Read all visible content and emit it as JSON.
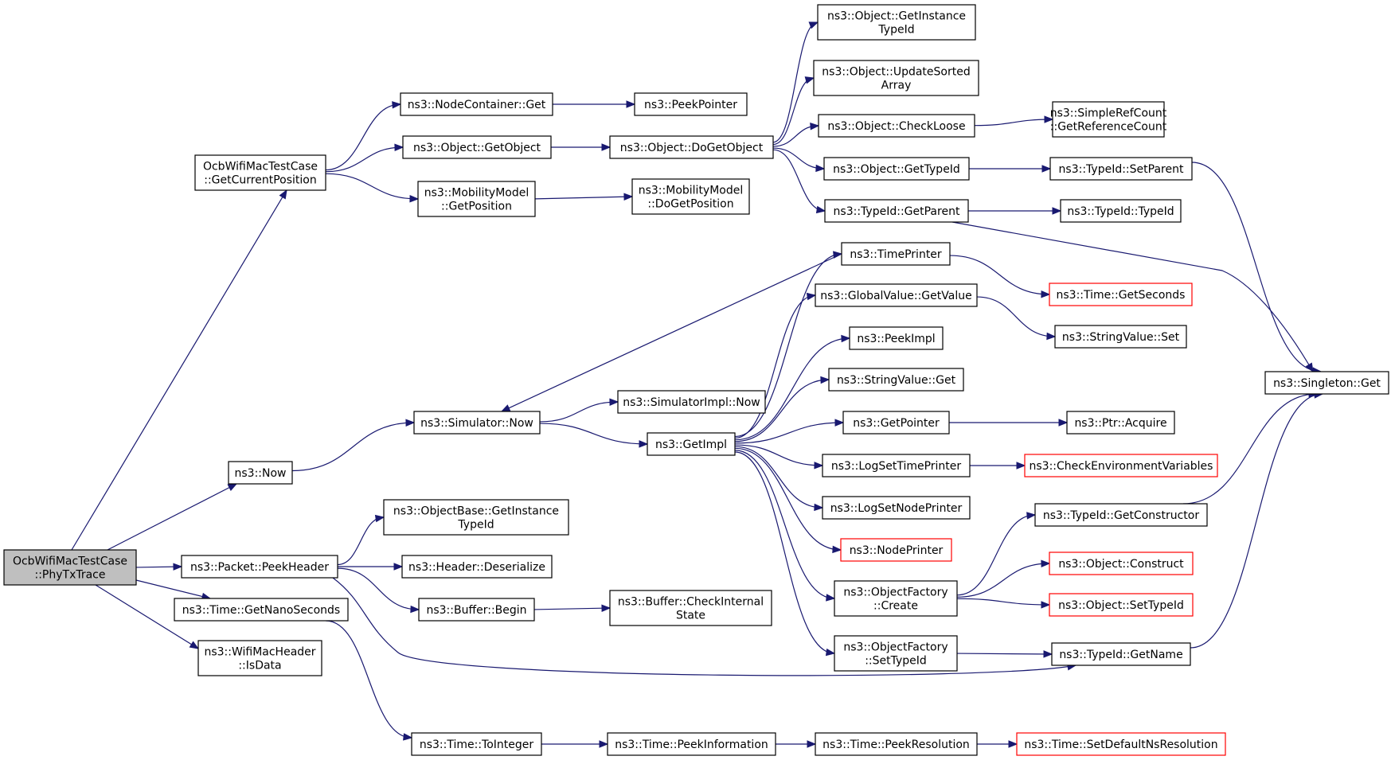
{
  "colors": {
    "edge": "#191970",
    "node_border": "#000000",
    "truncated_border": "#ff0000",
    "root_fill": "#bfbfbf"
  },
  "nodes": [
    {
      "id": "root",
      "lines": [
        "OcbWifiMacTestCase",
        "::PhyTxTrace"
      ],
      "style": "root"
    },
    {
      "id": "getcurpos",
      "lines": [
        "OcbWifiMacTestCase",
        "::GetCurrentPosition"
      ],
      "style": "normal"
    },
    {
      "id": "now",
      "lines": [
        "ns3::Now"
      ],
      "style": "normal"
    },
    {
      "id": "peekheader",
      "lines": [
        "ns3::Packet::PeekHeader"
      ],
      "style": "normal"
    },
    {
      "id": "getnano",
      "lines": [
        "ns3::Time::GetNanoSeconds"
      ],
      "style": "normal"
    },
    {
      "id": "isdata",
      "lines": [
        "ns3::WifiMacHeader",
        "::IsData"
      ],
      "style": "normal"
    },
    {
      "id": "nc_get",
      "lines": [
        "ns3::NodeContainer::Get"
      ],
      "style": "normal"
    },
    {
      "id": "getobject",
      "lines": [
        "ns3::Object::GetObject"
      ],
      "style": "normal"
    },
    {
      "id": "mm_getpos",
      "lines": [
        "ns3::MobilityModel",
        "::GetPosition"
      ],
      "style": "normal"
    },
    {
      "id": "sim_now",
      "lines": [
        "ns3::Simulator::Now"
      ],
      "style": "normal"
    },
    {
      "id": "ob_getinst",
      "lines": [
        "ns3::ObjectBase::GetInstance",
        "TypeId"
      ],
      "style": "normal"
    },
    {
      "id": "hdr_deser",
      "lines": [
        "ns3::Header::Deserialize"
      ],
      "style": "normal"
    },
    {
      "id": "buf_begin",
      "lines": [
        "ns3::Buffer::Begin"
      ],
      "style": "normal"
    },
    {
      "id": "t_tointeger",
      "lines": [
        "ns3::Time::ToInteger"
      ],
      "style": "normal"
    },
    {
      "id": "peekpointer",
      "lines": [
        "ns3::PeekPointer"
      ],
      "style": "normal"
    },
    {
      "id": "dogetobject",
      "lines": [
        "ns3::Object::DoGetObject"
      ],
      "style": "normal"
    },
    {
      "id": "mm_dogetpos",
      "lines": [
        "ns3::MobilityModel",
        "::DoGetPosition"
      ],
      "style": "normal"
    },
    {
      "id": "simimpl_now",
      "lines": [
        "ns3::SimulatorImpl::Now"
      ],
      "style": "normal"
    },
    {
      "id": "getimpl",
      "lines": [
        "ns3::GetImpl"
      ],
      "style": "normal"
    },
    {
      "id": "buf_checkint",
      "lines": [
        "ns3::Buffer::CheckInternal",
        "State"
      ],
      "style": "normal"
    },
    {
      "id": "t_peekinfo",
      "lines": [
        "ns3::Time::PeekInformation"
      ],
      "style": "normal"
    },
    {
      "id": "o_getinst",
      "lines": [
        "ns3::Object::GetInstance",
        "TypeId"
      ],
      "style": "normal"
    },
    {
      "id": "o_updsorted",
      "lines": [
        "ns3::Object::UpdateSorted",
        "Array"
      ],
      "style": "normal"
    },
    {
      "id": "o_checkloose",
      "lines": [
        "ns3::Object::CheckLoose"
      ],
      "style": "normal"
    },
    {
      "id": "o_gettypeid",
      "lines": [
        "ns3::Object::GetTypeId"
      ],
      "style": "normal"
    },
    {
      "id": "tid_getparent",
      "lines": [
        "ns3::TypeId::GetParent"
      ],
      "style": "normal"
    },
    {
      "id": "timeprinter",
      "lines": [
        "ns3::TimePrinter"
      ],
      "style": "normal"
    },
    {
      "id": "gv_getvalue",
      "lines": [
        "ns3::GlobalValue::GetValue"
      ],
      "style": "normal"
    },
    {
      "id": "peekimpl",
      "lines": [
        "ns3::PeekImpl"
      ],
      "style": "normal"
    },
    {
      "id": "sv_get",
      "lines": [
        "ns3::StringValue::Get"
      ],
      "style": "normal"
    },
    {
      "id": "getpointer",
      "lines": [
        "ns3::GetPointer"
      ],
      "style": "normal"
    },
    {
      "id": "logsettp",
      "lines": [
        "ns3::LogSetTimePrinter"
      ],
      "style": "normal"
    },
    {
      "id": "logsetnp",
      "lines": [
        "ns3::LogSetNodePrinter"
      ],
      "style": "normal"
    },
    {
      "id": "nodeprinter",
      "lines": [
        "ns3::NodePrinter"
      ],
      "style": "red"
    },
    {
      "id": "of_create",
      "lines": [
        "ns3::ObjectFactory",
        "::Create"
      ],
      "style": "normal"
    },
    {
      "id": "of_settypeid",
      "lines": [
        "ns3::ObjectFactory",
        "::SetTypeId"
      ],
      "style": "normal"
    },
    {
      "id": "t_peekres",
      "lines": [
        "ns3::Time::PeekResolution"
      ],
      "style": "normal"
    },
    {
      "id": "src_getrefcount",
      "lines": [
        "ns3::SimpleRefCount",
        "::GetReferenceCount"
      ],
      "style": "normal"
    },
    {
      "id": "tid_setparent",
      "lines": [
        "ns3::TypeId::SetParent"
      ],
      "style": "normal"
    },
    {
      "id": "tid_typeid",
      "lines": [
        "ns3::TypeId::TypeId"
      ],
      "style": "normal"
    },
    {
      "id": "t_getseconds",
      "lines": [
        "ns3::Time::GetSeconds"
      ],
      "style": "red"
    },
    {
      "id": "sv_set",
      "lines": [
        "ns3::StringValue::Set"
      ],
      "style": "normal"
    },
    {
      "id": "ptr_acquire",
      "lines": [
        "ns3::Ptr::Acquire"
      ],
      "style": "normal"
    },
    {
      "id": "checkenv",
      "lines": [
        "ns3::CheckEnvironmentVariables"
      ],
      "style": "red"
    },
    {
      "id": "tid_getctor",
      "lines": [
        "ns3::TypeId::GetConstructor"
      ],
      "style": "normal"
    },
    {
      "id": "o_construct",
      "lines": [
        "ns3::Object::Construct"
      ],
      "style": "red"
    },
    {
      "id": "o_settypeid",
      "lines": [
        "ns3::Object::SetTypeId"
      ],
      "style": "red"
    },
    {
      "id": "tid_getname",
      "lines": [
        "ns3::TypeId::GetName"
      ],
      "style": "normal"
    },
    {
      "id": "t_setdefres",
      "lines": [
        "ns3::Time::SetDefaultNsResolution"
      ],
      "style": "red"
    },
    {
      "id": "singleton_get",
      "lines": [
        "ns3::Singleton::Get"
      ],
      "style": "normal"
    }
  ],
  "edges": [
    [
      "root",
      "getcurpos"
    ],
    [
      "root",
      "now"
    ],
    [
      "root",
      "peekheader"
    ],
    [
      "root",
      "getnano"
    ],
    [
      "root",
      "isdata"
    ],
    [
      "getcurpos",
      "nc_get"
    ],
    [
      "getcurpos",
      "getobject"
    ],
    [
      "getcurpos",
      "mm_getpos"
    ],
    [
      "now",
      "sim_now"
    ],
    [
      "peekheader",
      "ob_getinst"
    ],
    [
      "peekheader",
      "hdr_deser"
    ],
    [
      "peekheader",
      "buf_begin"
    ],
    [
      "peekheader",
      "tid_getname"
    ],
    [
      "getnano",
      "t_tointeger"
    ],
    [
      "nc_get",
      "peekpointer"
    ],
    [
      "getobject",
      "dogetobject"
    ],
    [
      "mm_getpos",
      "mm_dogetpos"
    ],
    [
      "sim_now",
      "simimpl_now"
    ],
    [
      "sim_now",
      "getimpl"
    ],
    [
      "buf_begin",
      "buf_checkint"
    ],
    [
      "t_tointeger",
      "t_peekinfo"
    ],
    [
      "dogetobject",
      "o_getinst"
    ],
    [
      "dogetobject",
      "o_updsorted"
    ],
    [
      "dogetobject",
      "o_checkloose"
    ],
    [
      "dogetobject",
      "o_gettypeid"
    ],
    [
      "dogetobject",
      "tid_getparent"
    ],
    [
      "getimpl",
      "timeprinter"
    ],
    [
      "getimpl",
      "gv_getvalue"
    ],
    [
      "getimpl",
      "peekimpl"
    ],
    [
      "getimpl",
      "sv_get"
    ],
    [
      "getimpl",
      "getpointer"
    ],
    [
      "getimpl",
      "logsettp"
    ],
    [
      "getimpl",
      "logsetnp"
    ],
    [
      "getimpl",
      "nodeprinter"
    ],
    [
      "getimpl",
      "of_create"
    ],
    [
      "getimpl",
      "of_settypeid"
    ],
    [
      "timeprinter",
      "sim_now"
    ],
    [
      "timeprinter",
      "t_getseconds"
    ],
    [
      "t_peekinfo",
      "t_peekres"
    ],
    [
      "o_checkloose",
      "src_getrefcount"
    ],
    [
      "o_gettypeid",
      "tid_setparent"
    ],
    [
      "tid_getparent",
      "tid_typeid"
    ],
    [
      "tid_getparent",
      "singleton_get"
    ],
    [
      "gv_getvalue",
      "sv_set"
    ],
    [
      "getpointer",
      "ptr_acquire"
    ],
    [
      "logsettp",
      "checkenv"
    ],
    [
      "of_create",
      "tid_getctor"
    ],
    [
      "of_create",
      "o_construct"
    ],
    [
      "of_create",
      "o_settypeid"
    ],
    [
      "of_settypeid",
      "tid_getname"
    ],
    [
      "t_peekres",
      "t_setdefres"
    ],
    [
      "tid_setparent",
      "singleton_get"
    ],
    [
      "tid_getctor",
      "singleton_get"
    ],
    [
      "tid_getname",
      "singleton_get"
    ]
  ]
}
